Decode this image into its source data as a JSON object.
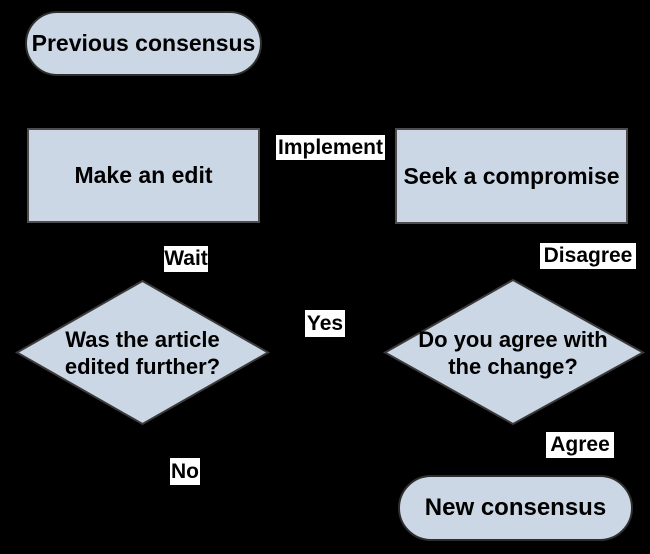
{
  "colors": {
    "background": "#000000",
    "node_fill": "#ccd7e5",
    "node_border": "#4d4d4d",
    "terminator_border": "#2e2e2e",
    "label_bg": "#ffffff",
    "label_border": "#000000",
    "text": "#000000"
  },
  "nodes": {
    "previous_consensus": {
      "type": "terminator",
      "label": "Previous consensus"
    },
    "make_an_edit": {
      "type": "process",
      "label": "Make an edit"
    },
    "seek_a_compromise": {
      "type": "process",
      "label": "Seek a compromise"
    },
    "was_article_edited": {
      "type": "decision",
      "line1": "Was the article",
      "line2": "edited further?"
    },
    "do_you_agree": {
      "type": "decision",
      "line1": "Do you agree with",
      "line2": "the change?"
    },
    "new_consensus": {
      "type": "terminator",
      "label": "New consensus"
    }
  },
  "edge_labels": {
    "implement": "Implement",
    "wait": "Wait",
    "disagree": "Disagree",
    "yes": "Yes",
    "no": "No",
    "agree": "Agree"
  }
}
